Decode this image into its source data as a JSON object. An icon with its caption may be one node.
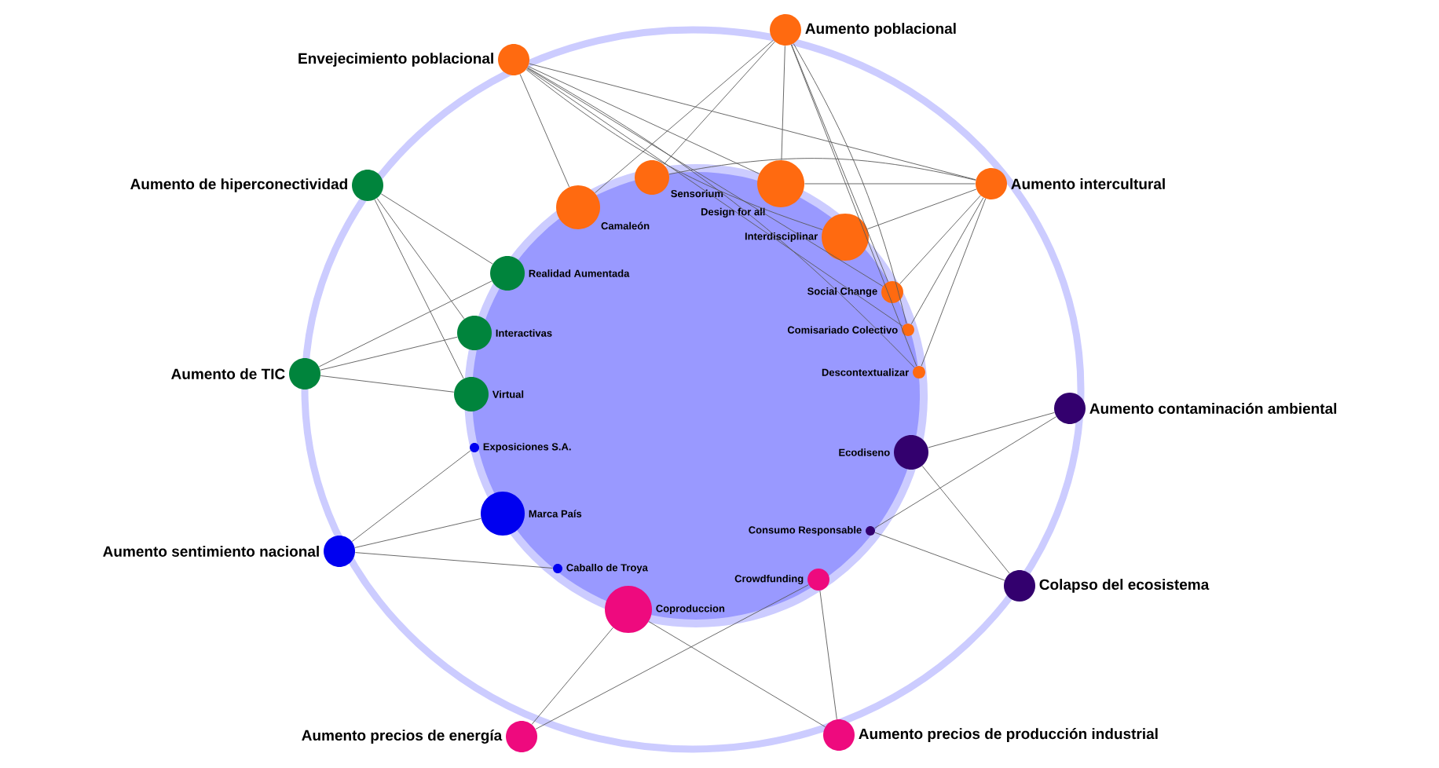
{
  "diagram": {
    "nodes": [
      {
        "text": [
          "Envejecimiento poblacional"
        ]
      },
      {
        "text": [
          "Aumento poblacional"
        ]
      },
      {
        "text": [
          "Aumento intercultural"
        ]
      },
      {
        "text": [
          "Aumento de hiperconectividad"
        ]
      },
      {
        "text": [
          "Aumento de TIC"
        ]
      },
      {
        "text": [
          "Aumento contaminación ambiental"
        ]
      },
      {
        "text": [
          "Colapso del ecosistema"
        ]
      },
      {
        "text": [
          "Aumento sentimiento nacional"
        ]
      },
      {
        "text": [
          "Aumento precios de energía"
        ]
      },
      {
        "text": [
          "Aumento precios de producción industrial"
        ]
      },
      {
        "text": [
          "Camaleón"
        ]
      },
      {
        "text": [
          "Sensorium"
        ]
      },
      {
        "text": [
          "Design for all"
        ]
      },
      {
        "text": [
          "Interdisciplinar"
        ]
      },
      {
        "text": [
          "Social Change"
        ]
      },
      {
        "text": [
          "Comisariado Colectivo"
        ]
      },
      {
        "text": [
          "Descontextualizar"
        ]
      },
      {
        "text": [
          "Realidad Aumentada"
        ]
      },
      {
        "text": [
          "Interactivas"
        ]
      },
      {
        "text": [
          "Virtual"
        ]
      },
      {
        "text": [
          "Exposiciones S.A."
        ]
      },
      {
        "text": [
          "Marca País"
        ]
      },
      {
        "text": [
          "Caballo de Troya"
        ]
      },
      {
        "text": [
          "Ecodiseno"
        ]
      },
      {
        "text": [
          "Consumo Responsable"
        ]
      },
      {
        "text": [
          "Crowdfunding"
        ]
      },
      {
        "text": [
          "Coproduccion"
        ]
      }
    ],
    "edges": [
      {
        "from": 0,
        "to": 10,
        "arrow": "none"
      },
      {
        "from": 0,
        "to": 12,
        "arrow": "none"
      },
      {
        "from": 0,
        "to": 13,
        "arrow": "none"
      },
      {
        "from": 0,
        "to": 14,
        "arrow": "none"
      },
      {
        "from": 0,
        "to": 15,
        "arrow": "none"
      },
      {
        "from": 0,
        "to": 16,
        "arrow": "none"
      },
      {
        "from": 0,
        "to": 2,
        "arrow": "none"
      },
      {
        "from": 1,
        "to": 10,
        "arrow": "none"
      },
      {
        "from": 1,
        "to": 11,
        "arrow": "none"
      },
      {
        "from": 1,
        "to": 12,
        "arrow": "none"
      },
      {
        "from": 1,
        "to": 14,
        "arrow": "none"
      },
      {
        "from": 1,
        "to": 15,
        "arrow": "none"
      },
      {
        "from": 1,
        "to": 16,
        "arrow": "none"
      },
      {
        "from": 2,
        "to": 11,
        "arrow": "none"
      },
      {
        "from": 2,
        "to": 12,
        "arrow": "none"
      },
      {
        "from": 2,
        "to": 13,
        "arrow": "none"
      },
      {
        "from": 2,
        "to": 14,
        "arrow": "none"
      },
      {
        "from": 2,
        "to": 15,
        "arrow": "none"
      },
      {
        "from": 2,
        "to": 16,
        "arrow": "none"
      },
      {
        "from": 3,
        "to": 17,
        "arrow": "none"
      },
      {
        "from": 3,
        "to": 18,
        "arrow": "none"
      },
      {
        "from": 3,
        "to": 19,
        "arrow": "none"
      },
      {
        "from": 4,
        "to": 17,
        "arrow": "none"
      },
      {
        "from": 4,
        "to": 18,
        "arrow": "none"
      },
      {
        "from": 4,
        "to": 19,
        "arrow": "none"
      },
      {
        "from": 7,
        "to": 20,
        "arrow": "none"
      },
      {
        "from": 7,
        "to": 21,
        "arrow": "none"
      },
      {
        "from": 7,
        "to": 22,
        "arrow": "none"
      },
      {
        "from": 5,
        "to": 23,
        "arrow": "none"
      },
      {
        "from": 5,
        "to": 24,
        "arrow": "none"
      },
      {
        "from": 6,
        "to": 23,
        "arrow": "none"
      },
      {
        "from": 6,
        "to": 24,
        "arrow": "none"
      },
      {
        "from": 8,
        "to": 26,
        "arrow": "none"
      },
      {
        "from": 8,
        "to": 25,
        "arrow": "none"
      },
      {
        "from": 9,
        "to": 26,
        "arrow": "none"
      },
      {
        "from": 9,
        "to": 25,
        "arrow": "none"
      }
    ]
  }
}
